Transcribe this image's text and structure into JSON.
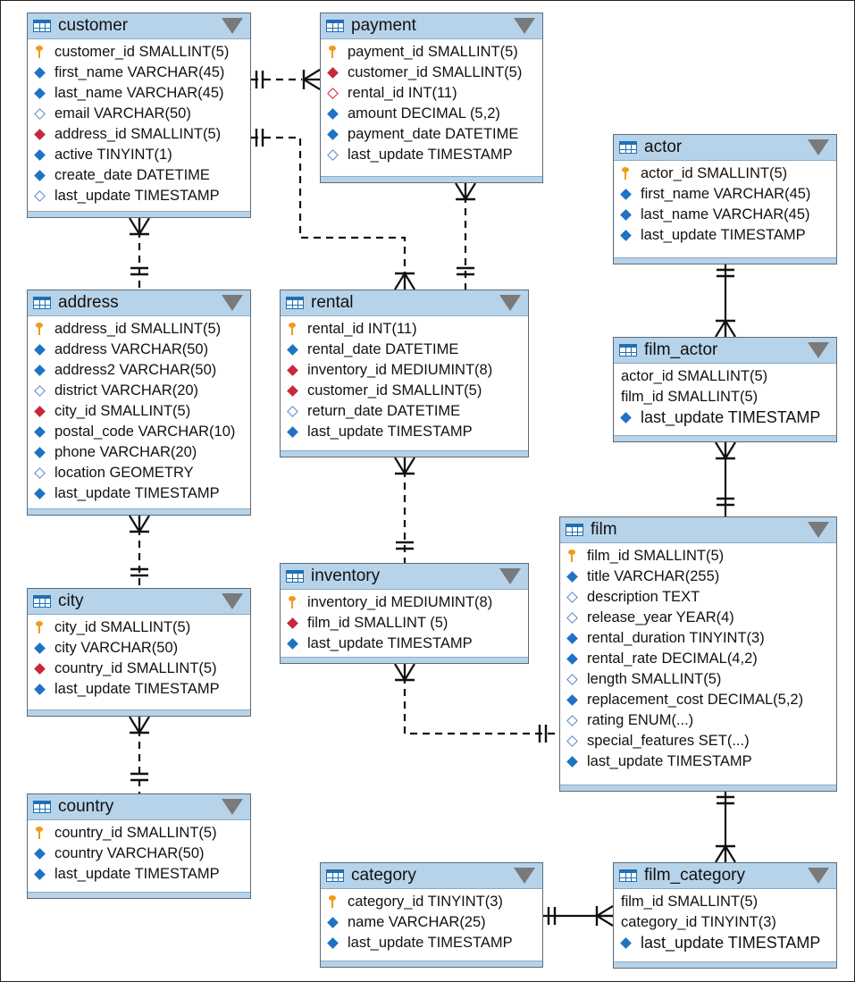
{
  "tables": {
    "customer": {
      "name": "customer",
      "cols": [
        {
          "icon": "key",
          "text": "customer_id SMALLINT(5)"
        },
        {
          "icon": "blue",
          "text": "first_name VARCHAR(45)"
        },
        {
          "icon": "blue",
          "text": "last_name VARCHAR(45)"
        },
        {
          "icon": "open",
          "text": "email VARCHAR(50)"
        },
        {
          "icon": "red",
          "text": "address_id SMALLINT(5)"
        },
        {
          "icon": "blue",
          "text": "active TINYINT(1)"
        },
        {
          "icon": "blue",
          "text": "create_date DATETIME"
        },
        {
          "icon": "open",
          "text": "last_update TIMESTAMP"
        }
      ]
    },
    "payment": {
      "name": "payment",
      "cols": [
        {
          "icon": "key",
          "text": "payment_id SMALLINT(5)"
        },
        {
          "icon": "red",
          "text": "customer_id SMALLINT(5)"
        },
        {
          "icon": "openred",
          "text": "rental_id INT(11)"
        },
        {
          "icon": "blue",
          "text": "amount DECIMAL (5,2)"
        },
        {
          "icon": "blue",
          "text": "payment_date DATETIME"
        },
        {
          "icon": "open",
          "text": "last_update TIMESTAMP"
        }
      ]
    },
    "actor": {
      "name": "actor",
      "cols": [
        {
          "icon": "key",
          "text": "actor_id SMALLINT(5)"
        },
        {
          "icon": "blue",
          "text": "first_name VARCHAR(45)"
        },
        {
          "icon": "blue",
          "text": "last_name VARCHAR(45)"
        },
        {
          "icon": "blue",
          "text": "last_update TIMESTAMP"
        }
      ]
    },
    "address": {
      "name": "address",
      "cols": [
        {
          "icon": "key",
          "text": "address_id SMALLINT(5)"
        },
        {
          "icon": "blue",
          "text": "address VARCHAR(50)"
        },
        {
          "icon": "blue",
          "text": "address2 VARCHAR(50)"
        },
        {
          "icon": "open",
          "text": "district VARCHAR(20)"
        },
        {
          "icon": "red",
          "text": "city_id SMALLINT(5)"
        },
        {
          "icon": "blue",
          "text": "postal_code VARCHAR(10)"
        },
        {
          "icon": "blue",
          "text": "phone VARCHAR(20)"
        },
        {
          "icon": "open",
          "text": "location GEOMETRY"
        },
        {
          "icon": "blue",
          "text": "last_update TIMESTAMP"
        }
      ]
    },
    "rental": {
      "name": "rental",
      "cols": [
        {
          "icon": "key",
          "text": "rental_id INT(11)"
        },
        {
          "icon": "blue",
          "text": "rental_date DATETIME"
        },
        {
          "icon": "red",
          "text": "inventory_id MEDIUMINT(8)"
        },
        {
          "icon": "red",
          "text": "customer_id SMALLINT(5)"
        },
        {
          "icon": "open",
          "text": "return_date DATETIME"
        },
        {
          "icon": "blue",
          "text": "last_update TIMESTAMP"
        }
      ]
    },
    "film_actor": {
      "name": "film_actor",
      "cols": [
        {
          "icon": "none",
          "text": "actor_id SMALLINT(5)"
        },
        {
          "icon": "none",
          "text": "film_id SMALLINT(5)"
        },
        {
          "icon": "blue",
          "text": "last_update TIMESTAMP",
          "big": true
        }
      ]
    },
    "film": {
      "name": "film",
      "cols": [
        {
          "icon": "key",
          "text": "film_id SMALLINT(5)"
        },
        {
          "icon": "blue",
          "text": "title VARCHAR(255)"
        },
        {
          "icon": "open",
          "text": "description TEXT"
        },
        {
          "icon": "open",
          "text": "release_year YEAR(4)"
        },
        {
          "icon": "blue",
          "text": "rental_duration TINYINT(3)"
        },
        {
          "icon": "blue",
          "text": "rental_rate DECIMAL(4,2)"
        },
        {
          "icon": "open",
          "text": "length SMALLINT(5)"
        },
        {
          "icon": "blue",
          "text": "replacement_cost DECIMAL(5,2)"
        },
        {
          "icon": "open",
          "text": "rating ENUM(...)"
        },
        {
          "icon": "open",
          "text": "special_features SET(...)"
        },
        {
          "icon": "blue",
          "text": "last_update TIMESTAMP"
        }
      ]
    },
    "city": {
      "name": "city",
      "cols": [
        {
          "icon": "key",
          "text": "city_id SMALLINT(5)"
        },
        {
          "icon": "blue",
          "text": "city VARCHAR(50)"
        },
        {
          "icon": "red",
          "text": "country_id SMALLINT(5)"
        },
        {
          "icon": "blue",
          "text": "last_update TIMESTAMP"
        }
      ]
    },
    "inventory": {
      "name": "inventory",
      "cols": [
        {
          "icon": "key",
          "text": "inventory_id MEDIUMINT(8)"
        },
        {
          "icon": "red",
          "text": "film_id SMALLINT (5)"
        },
        {
          "icon": "blue",
          "text": "last_update TIMESTAMP"
        }
      ]
    },
    "country": {
      "name": "country",
      "cols": [
        {
          "icon": "key",
          "text": "country_id SMALLINT(5)"
        },
        {
          "icon": "blue",
          "text": "country VARCHAR(50)"
        },
        {
          "icon": "blue",
          "text": "last_update TIMESTAMP"
        }
      ]
    },
    "category": {
      "name": "category",
      "cols": [
        {
          "icon": "key",
          "text": "category_id TINYINT(3)"
        },
        {
          "icon": "blue",
          "text": "name VARCHAR(25)"
        },
        {
          "icon": "blue",
          "text": "last_update TIMESTAMP"
        }
      ]
    },
    "film_category": {
      "name": "film_category",
      "cols": [
        {
          "icon": "none",
          "text": "film_id SMALLINT(5)"
        },
        {
          "icon": "none",
          "text": "category_id TINYINT(3)"
        },
        {
          "icon": "blue",
          "text": "last_update TIMESTAMP",
          "big": true
        }
      ]
    }
  },
  "colors": {
    "header": "#b7d3ea",
    "key": "#f29a1a",
    "fk": "#c8283a",
    "notnull": "#1f72c4",
    "nullable": "#5a86c8"
  }
}
